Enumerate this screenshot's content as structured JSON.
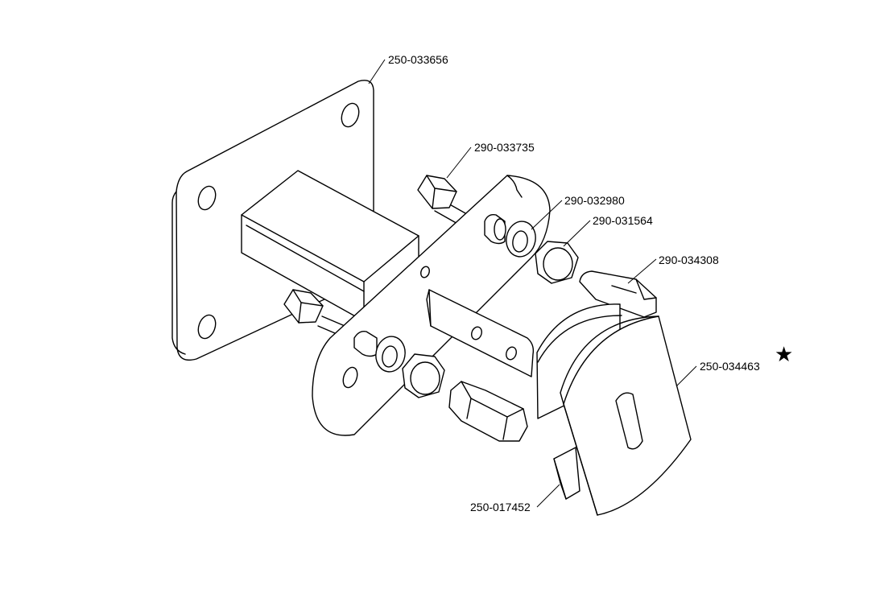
{
  "callouts": {
    "plate": "250-033656",
    "bolt": "290-033735",
    "washer": "290-032980",
    "nut": "290-031564",
    "hex_spacer": "290-034308",
    "curved_shoe": "250-034463",
    "retainer": "250-017452"
  },
  "marker": {
    "symbol": "★"
  }
}
